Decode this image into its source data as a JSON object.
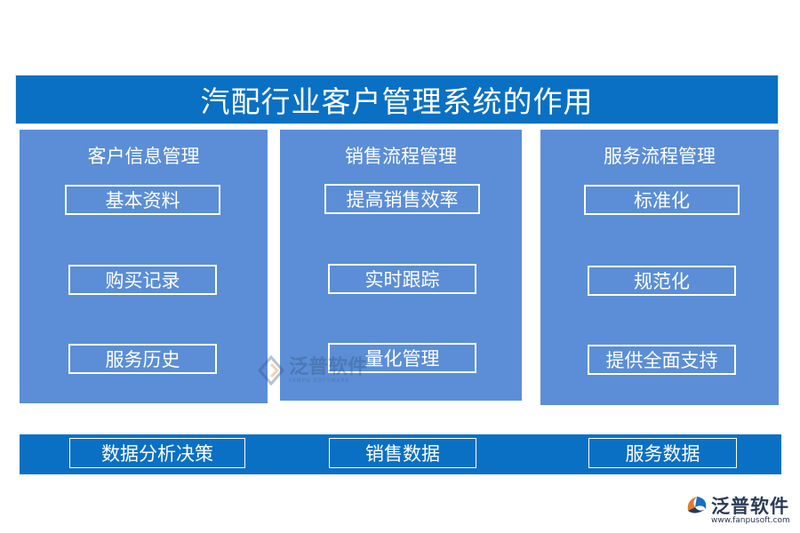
{
  "title": "汽配行业客户管理系统的作用",
  "panels": [
    {
      "heading": "客户信息管理",
      "items": [
        "基本资料",
        "购买记录",
        "服务历史"
      ]
    },
    {
      "heading": "销售流程管理",
      "items": [
        "提高销售效率",
        "实时跟踪",
        "量化管理"
      ]
    },
    {
      "heading": "服务流程管理",
      "items": [
        "标准化",
        "规范化",
        "提供全面支持"
      ]
    }
  ],
  "data_row": [
    "数据分析决策",
    "销售数据",
    "服务数据"
  ],
  "watermark": {
    "name": "泛普软件",
    "sub": "FANPU SOFTWARE"
  },
  "brand": {
    "name": "泛普软件",
    "url": "www.fanpusoft.com",
    "icon": "fanpu-logo-icon"
  },
  "colors": {
    "title_bar": "#0a70c4",
    "panel": "#5b8ed6",
    "data_bar": "#0a70c4",
    "logo_orange": "#e8782a",
    "logo_blue": "#1a6fc0"
  }
}
